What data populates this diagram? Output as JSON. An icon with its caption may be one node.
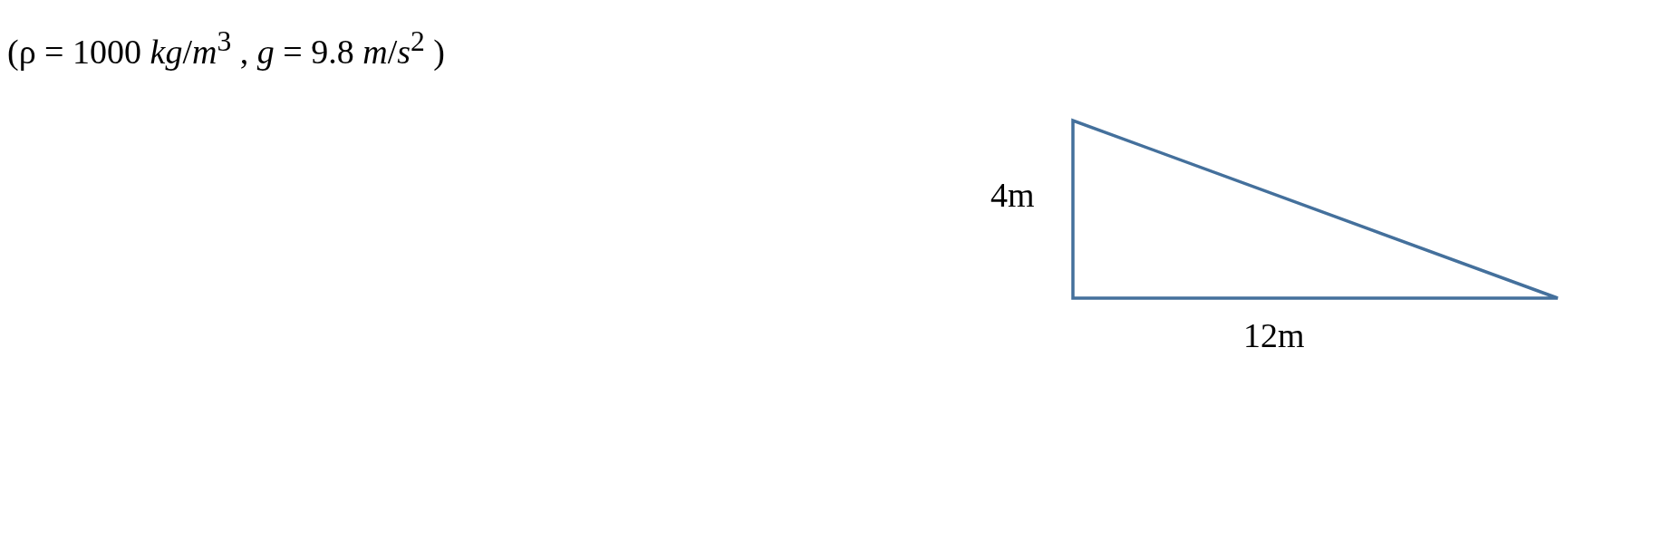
{
  "diagram": {
    "nodes": [
      {
        "text": [],
        "shape": "triangle"
      }
    ],
    "labels": [
      "(ρ = 1000 *kg*/*m*$^{3}$ ,  *g* = 9.8 *m*/*s*$^{2}$ )",
      "4m",
      "12m"
    ]
  }
}
